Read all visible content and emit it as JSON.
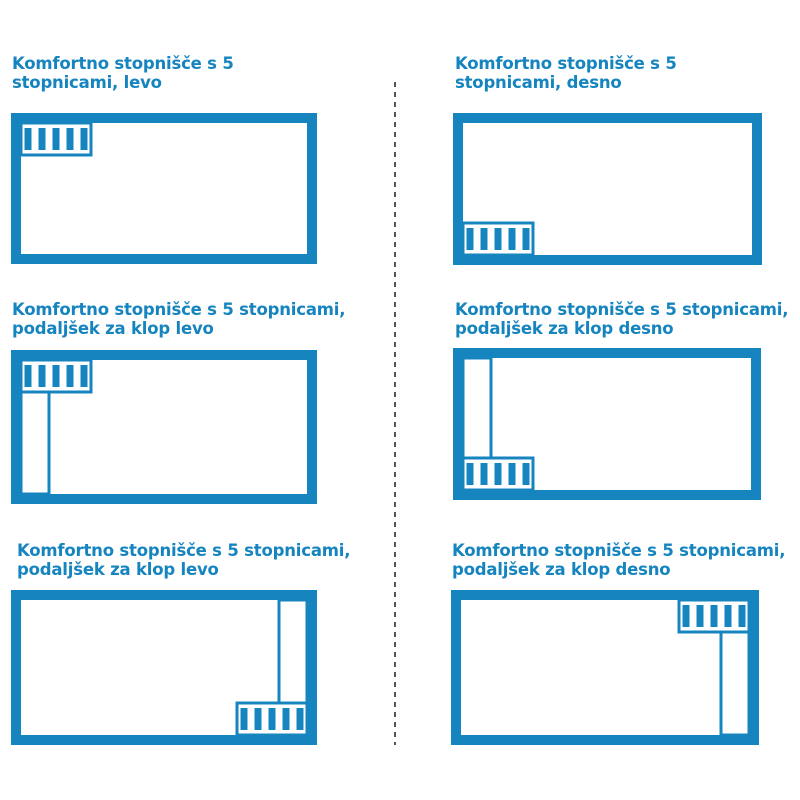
{
  "colors": {
    "accent": "#1584bf",
    "divider": "#555555",
    "background": "#ffffff"
  },
  "steps_per_staircase": 5,
  "panels": [
    {
      "id": "left-top",
      "label": "Komfortno stopnišče s 5\nstopnicami, levo",
      "stair_corner": "top-left",
      "extension": "none"
    },
    {
      "id": "right-bottom",
      "label": "Komfortno stopnišče s 5\nstopnicami, desno",
      "stair_corner": "bottom-left",
      "extension": "none"
    },
    {
      "id": "left-ext-top",
      "label": "Komfortno stopnišče s 5 stopnicami,\npodaljšek za klop levo",
      "stair_corner": "top-left",
      "extension": "left"
    },
    {
      "id": "right-ext-bottom",
      "label": "Komfortno stopnišče s 5 stopnicami,\npodaljšek za klop desno",
      "stair_corner": "bottom-left",
      "extension": "left"
    },
    {
      "id": "left-ext-right",
      "label": "Komfortno stopnišče s 5 stopnicami,\npodaljšek za klop levo",
      "stair_corner": "bottom-right",
      "extension": "right"
    },
    {
      "id": "right-ext-topright",
      "label": "Komfortno stopnišče s 5 stopnicami,\npodaljšek za klop desno",
      "stair_corner": "top-right",
      "extension": "right"
    }
  ]
}
